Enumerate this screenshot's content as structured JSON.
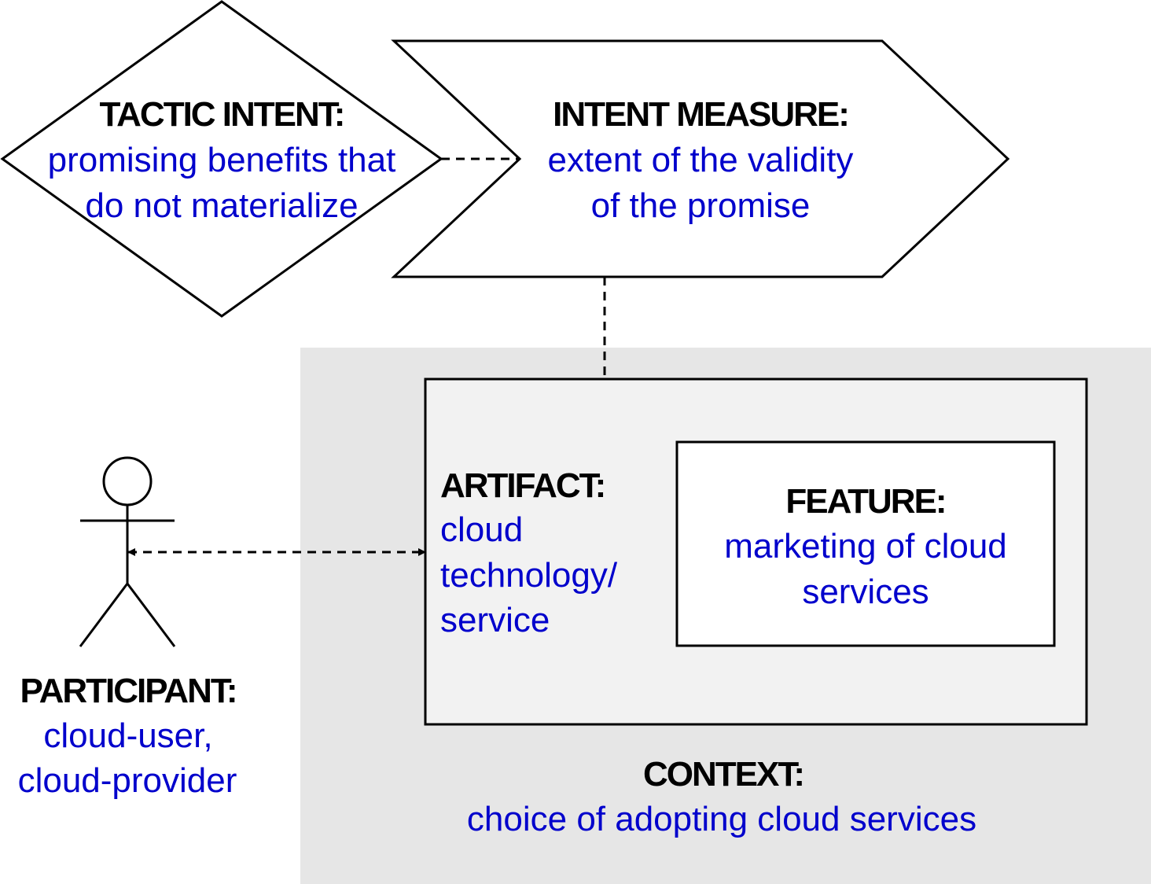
{
  "colors": {
    "title": "#000000",
    "body": "#0000CC",
    "context_bg": "#E6E6E6",
    "artifact_bg": "#F2F2F2",
    "feature_bg": "#FFFFFF",
    "stroke": "#000000"
  },
  "tactic_intent": {
    "title": "TACTIC INTENT:",
    "lines": [
      "promising benefits that",
      "do not materialize"
    ]
  },
  "intent_measure": {
    "title": "INTENT MEASURE:",
    "lines": [
      "extent of the validity",
      "of the promise"
    ]
  },
  "artifact": {
    "title": "ARTIFACT:",
    "lines": [
      "cloud",
      "technology/",
      "service"
    ]
  },
  "feature": {
    "title": "FEATURE:",
    "lines": [
      "marketing of cloud",
      "services"
    ]
  },
  "context": {
    "title": "CONTEXT:",
    "lines": [
      "choice of adopting cloud services"
    ]
  },
  "participant": {
    "title": "PARTICIPANT:",
    "lines": [
      "cloud-user,",
      "cloud-provider"
    ],
    "icon": "stick-figure-icon"
  }
}
